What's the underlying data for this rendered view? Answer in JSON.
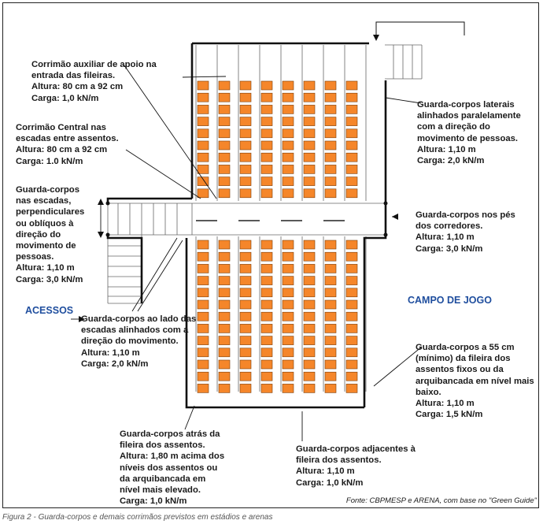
{
  "colors": {
    "seat": "#f5862a",
    "seat_edge": "#7a3c08",
    "wall": "#111111",
    "grid": "#666666",
    "area_text": "#1f4e9e"
  },
  "labels": {
    "auxiliary": "Corrimão auxiliar de apoio na\nentrada das fileiras.\nAltura: 80 cm a 92 cm\nCarga: 1,0 kN/m",
    "central": "Corrimão Central nas\nescadas entre assentos.\nAltura: 80 cm a 92 cm\nCarga: 1.0 kN/m",
    "stairs_perpendicular": "Guarda-corpos\nnas escadas,\nperpendiculares\nou oblíquos à\ndireção do\nmovimento de\npessoas.\nAltura: 1,10 m\nCarga: 3,0 kN/m",
    "stairs_side": "Guarda-corpos ao lado das\nescadas alinhados com a\ndireção do movimento.\nAltura: 1,10 m\nCarga: 2,0 kN/m",
    "behind_rows": "Guarda-corpos atrás da\nfileira dos assentos.\nAltura: 1,80 m acima dos\nníveis dos assentos ou\nda arquibancada em\nnível mais elevado.\nCarga: 1,0 kN/m",
    "adjacent_rows": "Guarda-corpos adjacentes à\nfileira dos assentos.\nAltura: 1,10 m\nCarga: 1,0 kN/m",
    "lateral": "Guarda-corpos laterais\nalinhados paralelamente\ncom a direção do\nmovimento de pessoas.\nAltura: 1,10 m\nCarga: 2,0 kN/m",
    "corridor_feet": "Guarda-corpos nos pés\ndos corredores.\nAltura: 1,10 m\nCarga: 3,0 kN/m",
    "field_55cm": "Guarda-corpos a 55 cm\n(mínimo) da fileira dos\nassentos fixos ou da\narquibancada em nível mais\nbaixo.\nAltura: 1,10 m\nCarga: 1,5 kN/m"
  },
  "areas": {
    "access": "ACESSOS",
    "field": "CAMPO DE JOGO"
  },
  "source": "Fonte: CBPMESP e ARENA, com base no \"Green Guide\"",
  "caption": "Figura 2 - Guarda-corpos e demais corrimãos previstos em estádios e arenas"
}
